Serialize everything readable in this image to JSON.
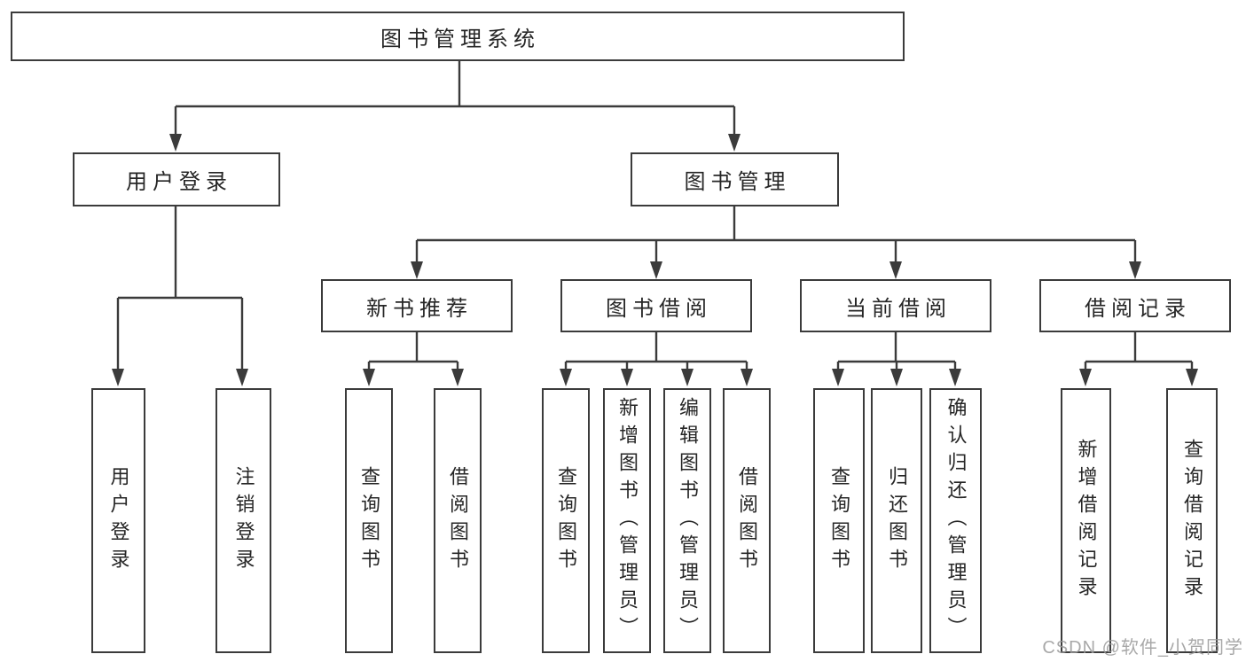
{
  "diagram": {
    "root": {
      "label": "图书管理系统"
    },
    "branches": {
      "user_login": {
        "label": "用户登录",
        "children": {
          "login": {
            "label": "用户登录"
          },
          "logout": {
            "label": "注销登录"
          }
        }
      },
      "book_management": {
        "label": "图书管理",
        "children": {
          "new_book_recommend": {
            "label": "新书推荐",
            "children": {
              "query_books": {
                "label": "查询图书"
              },
              "borrow_books": {
                "label": "借阅图书"
              }
            }
          },
          "book_borrowing": {
            "label": "图书借阅",
            "children": {
              "query_books": {
                "label": "查询图书"
              },
              "add_books_admin": {
                "label": "新增图书（管理员）"
              },
              "edit_books_admin": {
                "label": "编辑图书（管理员）"
              },
              "borrow_books": {
                "label": "借阅图书"
              }
            }
          },
          "current_borrowing": {
            "label": "当前借阅",
            "children": {
              "query_books": {
                "label": "查询图书"
              },
              "return_books": {
                "label": "归还图书"
              },
              "confirm_return_admin": {
                "label": "确认归还（管理员）"
              }
            }
          },
          "borrowing_records": {
            "label": "借阅记录",
            "children": {
              "add_borrow_record": {
                "label": "新增借阅记录"
              },
              "query_borrow_record": {
                "label": "查询借阅记录"
              }
            }
          }
        }
      }
    }
  },
  "watermark": {
    "text": "CSDN @软件_小贺同学"
  },
  "colors": {
    "line": "#3b3b3b",
    "node_text": "#262626",
    "background": "#ffffff",
    "watermark": "#9a9a9a"
  }
}
